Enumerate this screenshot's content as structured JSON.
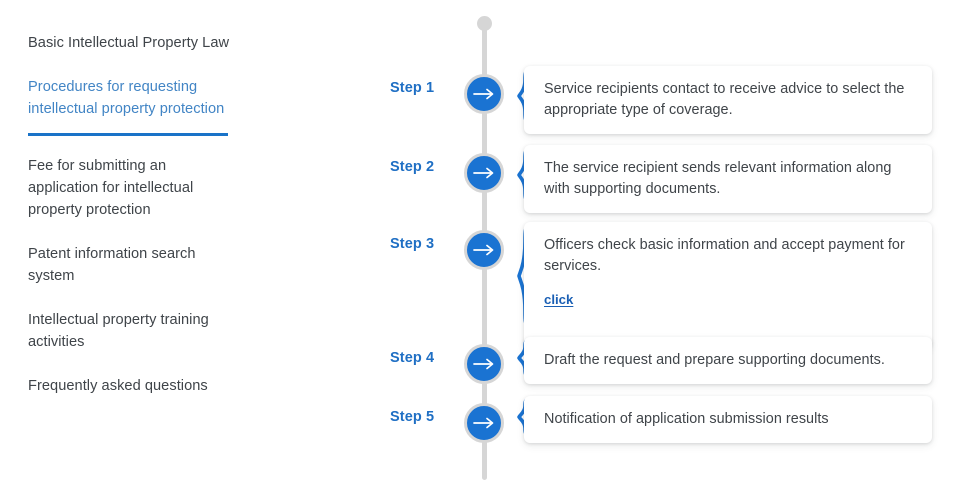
{
  "sidebar": {
    "items": [
      {
        "label": "Basic Intellectual Property Law",
        "active": false
      },
      {
        "label": "Procedures for requesting intellectual property protection",
        "active": true
      },
      {
        "label": "Fee for submitting an application for intellectual property protection",
        "active": false
      },
      {
        "label": "Patent information search system",
        "active": false
      },
      {
        "label": "Intellectual property training activities",
        "active": false
      },
      {
        "label": "Frequently asked questions",
        "active": false
      }
    ]
  },
  "timeline": {
    "steps": [
      {
        "label": "Step 1",
        "icon": "arrow-right-icon",
        "text": "Service recipients contact to receive advice to select the appropriate type of coverage.",
        "link": null
      },
      {
        "label": "Step 2",
        "icon": "arrow-right-icon",
        "text": "The service recipient sends relevant information along with supporting documents.",
        "link": null
      },
      {
        "label": "Step 3",
        "icon": "arrow-right-icon",
        "text": "Officers check basic information and accept payment for services.",
        "link": "click"
      },
      {
        "label": "Step 4",
        "icon": "arrow-right-icon",
        "text": "Draft the request and prepare supporting documents.",
        "link": null
      },
      {
        "label": "Step 5",
        "icon": "arrow-right-icon",
        "text": "Notification of application submission results",
        "link": null
      }
    ]
  },
  "colors": {
    "accent_blue": "#1a73d2",
    "label_blue": "#1f6fc4",
    "active_link": "#4285c5",
    "underline_blue": "#1a73c8",
    "line_gray": "#d6d6d6",
    "body_text": "#3f4449"
  }
}
